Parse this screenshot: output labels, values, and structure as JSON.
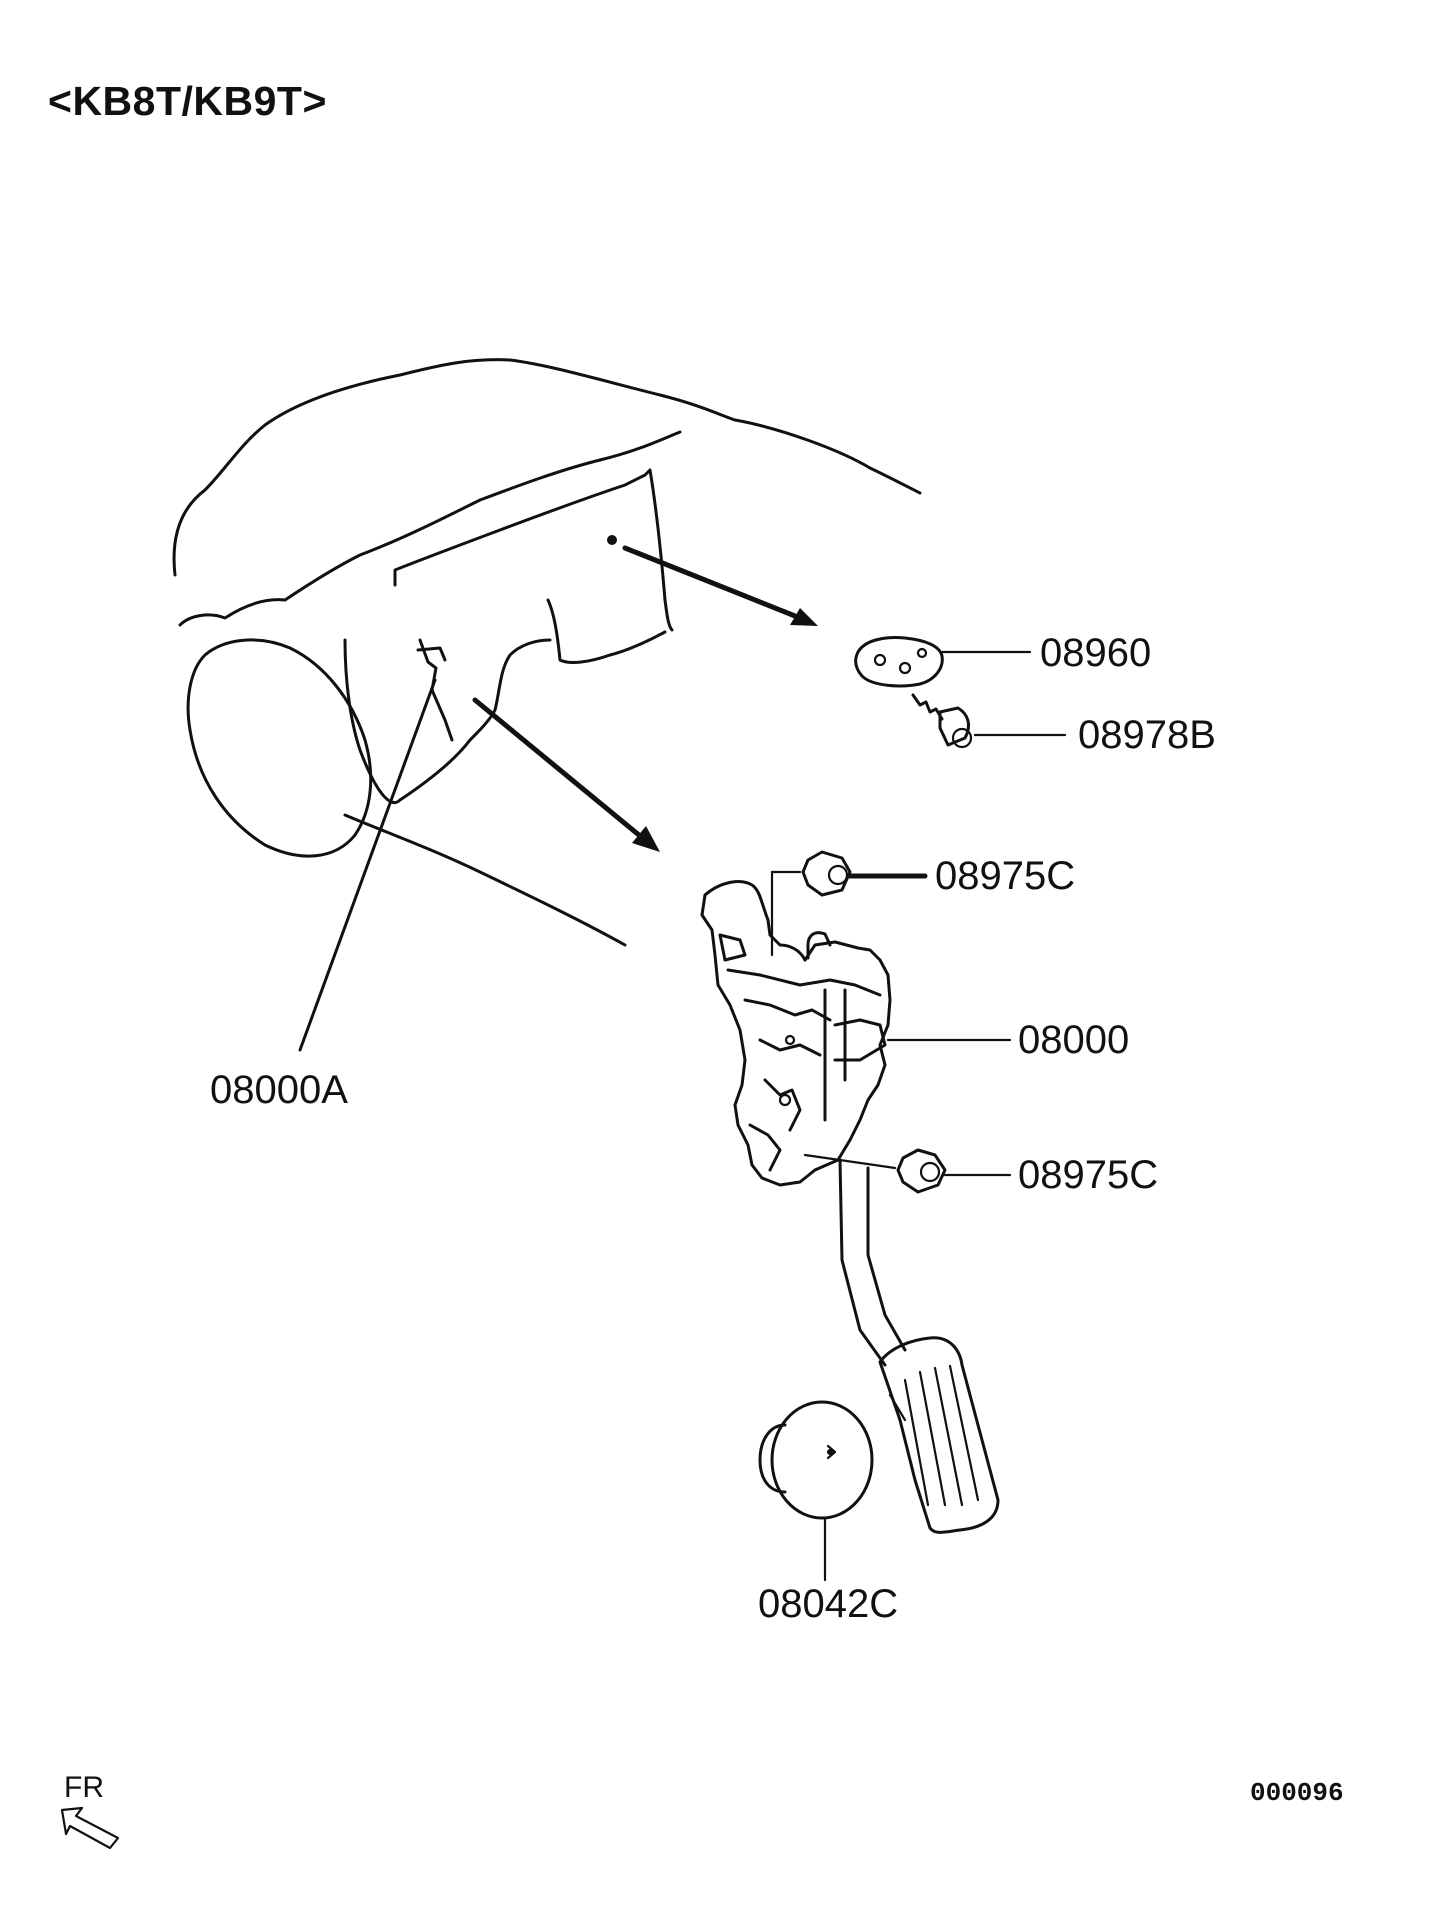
{
  "header": {
    "title": "<KB8T/KB9T>"
  },
  "parts": [
    {
      "id": "08960"
    },
    {
      "id": "08978B"
    },
    {
      "id": "08975C"
    },
    {
      "id": "08000"
    },
    {
      "id": "08975C"
    },
    {
      "id": "08000A"
    },
    {
      "id": "08042C"
    }
  ],
  "orientation": {
    "label": "FR"
  },
  "footer": {
    "figure_code": "000096"
  }
}
